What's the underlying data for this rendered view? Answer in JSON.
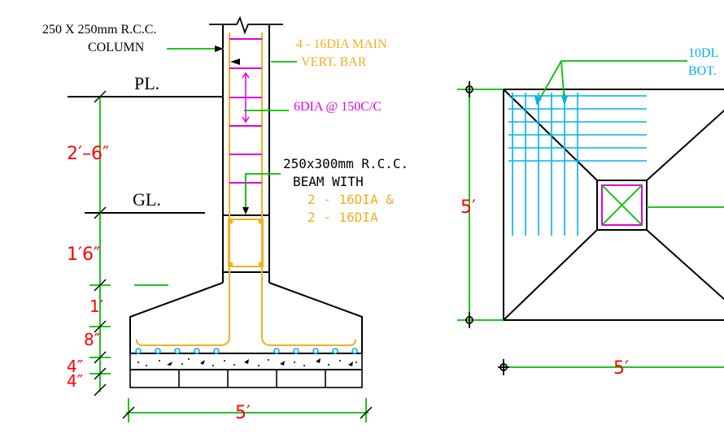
{
  "colors": {
    "black": "#000000",
    "red": "#ff0000",
    "green": "#00c000",
    "orange": "#f0b020",
    "magenta": "#e000e0",
    "cyan": "#00b0f0"
  },
  "section": {
    "column_label_line1": "250 X 250mm R.C.C.",
    "column_label_line2": "COLUMN",
    "main_bar_line1": "4 - 16DIA MAIN",
    "main_bar_line2": "VERT. BAR",
    "tie_label": "6DIA @ 150C/C",
    "pl_label": "PL.",
    "gl_label": "GL.",
    "beam_line1": "250x300mm R.C.C.",
    "beam_line2": "BEAM WITH",
    "beam_line3": "2 - 16DIA &",
    "beam_line4": "2 - 16DIA",
    "dim_pl_gl": "2′–6″",
    "dim_gl_down": "1′6″",
    "dim_pedestal": "1′",
    "dim_slope": "8″",
    "dim_pcc": "4″",
    "dim_brick": "4″",
    "dim_width": "5′"
  },
  "plan": {
    "bar_label_line1": "10DL",
    "bar_label_line2": "BOT.",
    "dim_vertical": "5′",
    "dim_horizontal": "5′"
  }
}
